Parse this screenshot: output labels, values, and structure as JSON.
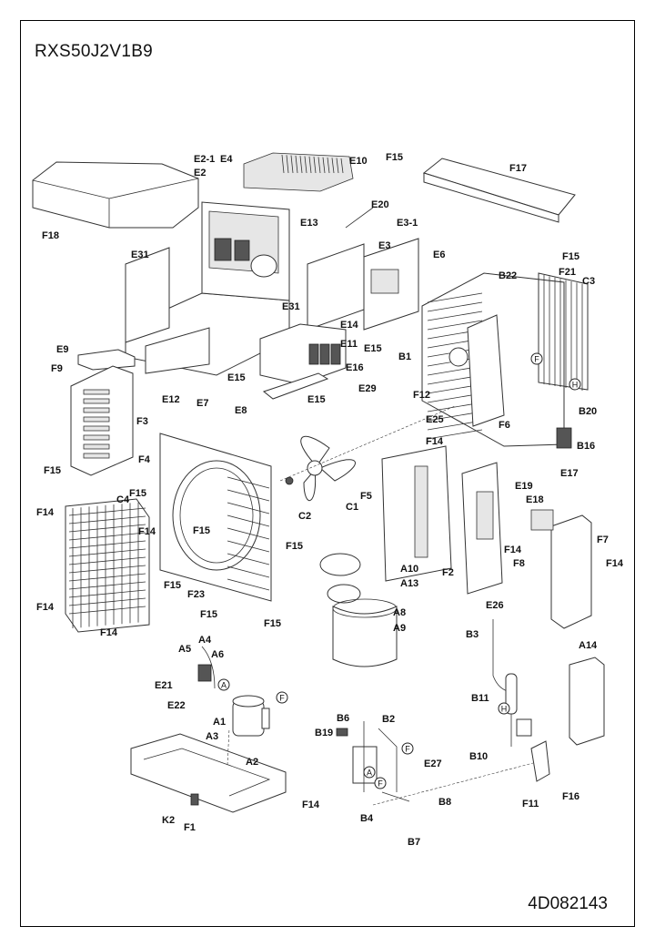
{
  "model_code": "RXS50J2V1B9",
  "document_number": "4D082143",
  "callouts": [
    {
      "id": "F18",
      "text": "F18"
    },
    {
      "id": "E2-1",
      "text": "E2-1"
    },
    {
      "id": "E4",
      "text": "E4"
    },
    {
      "id": "E2",
      "text": "E2"
    },
    {
      "id": "E10",
      "text": "E10"
    },
    {
      "id": "F15a",
      "text": "F15"
    },
    {
      "id": "F17",
      "text": "F17"
    },
    {
      "id": "E20",
      "text": "E20"
    },
    {
      "id": "E13",
      "text": "E13"
    },
    {
      "id": "E3-1",
      "text": "E3-1"
    },
    {
      "id": "E3",
      "text": "E3"
    },
    {
      "id": "E6",
      "text": "E6"
    },
    {
      "id": "F15b",
      "text": "F15"
    },
    {
      "id": "E31a",
      "text": "E31"
    },
    {
      "id": "B22",
      "text": "B22"
    },
    {
      "id": "F21",
      "text": "F21"
    },
    {
      "id": "C3",
      "text": "C3"
    },
    {
      "id": "E31b",
      "text": "E31"
    },
    {
      "id": "E14",
      "text": "E14"
    },
    {
      "id": "B1",
      "text": "B1"
    },
    {
      "id": "E9",
      "text": "E9"
    },
    {
      "id": "E11",
      "text": "E11"
    },
    {
      "id": "E15a",
      "text": "E15"
    },
    {
      "id": "F9",
      "text": "F9"
    },
    {
      "id": "E16",
      "text": "E16"
    },
    {
      "id": "E15b",
      "text": "E15"
    },
    {
      "id": "E12",
      "text": "E12"
    },
    {
      "id": "E29",
      "text": "E29"
    },
    {
      "id": "E7",
      "text": "E7"
    },
    {
      "id": "F12",
      "text": "F12"
    },
    {
      "id": "E15c",
      "text": "E15"
    },
    {
      "id": "E8",
      "text": "E8"
    },
    {
      "id": "B20",
      "text": "B20"
    },
    {
      "id": "E25",
      "text": "E25"
    },
    {
      "id": "F3",
      "text": "F3"
    },
    {
      "id": "F6",
      "text": "F6"
    },
    {
      "id": "F14a",
      "text": "F14"
    },
    {
      "id": "B16",
      "text": "B16"
    },
    {
      "id": "F4",
      "text": "F4"
    },
    {
      "id": "F15c",
      "text": "F15"
    },
    {
      "id": "E17",
      "text": "E17"
    },
    {
      "id": "E19",
      "text": "E19"
    },
    {
      "id": "F15d",
      "text": "F15"
    },
    {
      "id": "C2",
      "text": "C2"
    },
    {
      "id": "C1",
      "text": "C1"
    },
    {
      "id": "F5",
      "text": "F5"
    },
    {
      "id": "E18",
      "text": "E18"
    },
    {
      "id": "F7",
      "text": "F7"
    },
    {
      "id": "C4",
      "text": "C4"
    },
    {
      "id": "F14b",
      "text": "F14"
    },
    {
      "id": "F15e",
      "text": "F15"
    },
    {
      "id": "F15f",
      "text": "F15"
    },
    {
      "id": "F14c",
      "text": "F14"
    },
    {
      "id": "F8",
      "text": "F8"
    },
    {
      "id": "F14d",
      "text": "F14"
    },
    {
      "id": "F14e",
      "text": "F14"
    },
    {
      "id": "A10",
      "text": "A10"
    },
    {
      "id": "F2",
      "text": "F2"
    },
    {
      "id": "F15g",
      "text": "F15"
    },
    {
      "id": "A13",
      "text": "A13"
    },
    {
      "id": "F23",
      "text": "F23"
    },
    {
      "id": "F14f",
      "text": "F14"
    },
    {
      "id": "F15h",
      "text": "F15"
    },
    {
      "id": "F15i",
      "text": "F15"
    },
    {
      "id": "A8",
      "text": "A8"
    },
    {
      "id": "E26",
      "text": "E26"
    },
    {
      "id": "A9",
      "text": "A9"
    },
    {
      "id": "F14g",
      "text": "F14"
    },
    {
      "id": "B3",
      "text": "B3"
    },
    {
      "id": "A14",
      "text": "A14"
    },
    {
      "id": "A4",
      "text": "A4"
    },
    {
      "id": "A5",
      "text": "A5"
    },
    {
      "id": "A6",
      "text": "A6"
    },
    {
      "id": "E21",
      "text": "E21"
    },
    {
      "id": "E22",
      "text": "E22"
    },
    {
      "id": "B11",
      "text": "B11"
    },
    {
      "id": "A1",
      "text": "A1"
    },
    {
      "id": "B6",
      "text": "B6"
    },
    {
      "id": "B2",
      "text": "B2"
    },
    {
      "id": "A3",
      "text": "A3"
    },
    {
      "id": "B19",
      "text": "B19"
    },
    {
      "id": "B10",
      "text": "B10"
    },
    {
      "id": "A2",
      "text": "A2"
    },
    {
      "id": "E27",
      "text": "E27"
    },
    {
      "id": "F14h",
      "text": "F14"
    },
    {
      "id": "B8",
      "text": "B8"
    },
    {
      "id": "F11",
      "text": "F11"
    },
    {
      "id": "F16",
      "text": "F16"
    },
    {
      "id": "K2",
      "text": "K2"
    },
    {
      "id": "F1",
      "text": "F1"
    },
    {
      "id": "B4",
      "text": "B4"
    },
    {
      "id": "B7",
      "text": "B7"
    }
  ],
  "connection_markers": [
    {
      "id": "circle-F-1",
      "text": "F"
    },
    {
      "id": "circle-H-1",
      "text": "H"
    },
    {
      "id": "circle-A-1",
      "text": "A"
    },
    {
      "id": "circle-F-2",
      "text": "F"
    },
    {
      "id": "circle-H-2",
      "text": "H"
    },
    {
      "id": "circle-F-3",
      "text": "F"
    },
    {
      "id": "circle-A-2",
      "text": "A"
    },
    {
      "id": "circle-F-4",
      "text": "F"
    }
  ]
}
